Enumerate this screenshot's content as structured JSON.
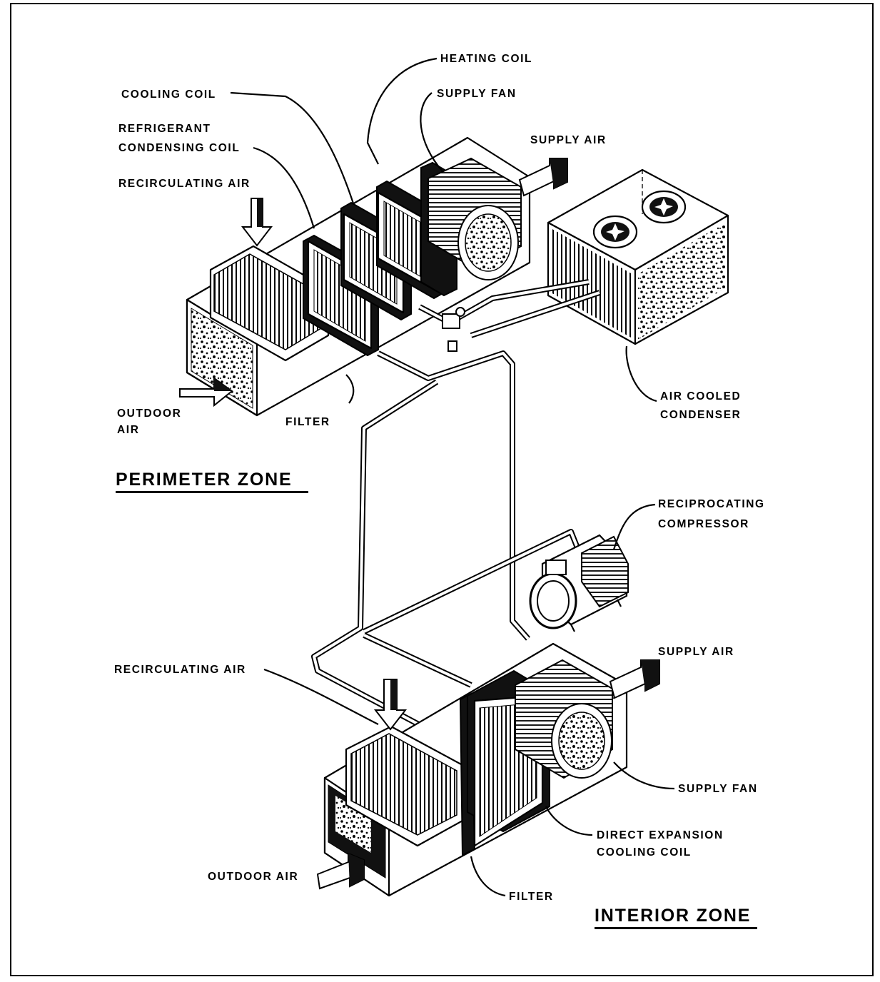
{
  "labels": {
    "perimeter": {
      "heating_coil": "HEATING COIL",
      "cooling_coil": "COOLING COIL",
      "supply_fan": "SUPPLY FAN",
      "refrigerant_line1": "REFRIGERANT",
      "refrigerant_line2": "CONDENSING COIL",
      "supply_air": "SUPPLY AIR",
      "recirculating_air": "RECIRCULATING AIR",
      "outdoor_air_line1": "OUTDOOR",
      "outdoor_air_line2": "AIR",
      "filter": "FILTER",
      "air_cooled_line1": "AIR COOLED",
      "air_cooled_line2": "CONDENSER"
    },
    "compressor_line1": "RECIPROCATING",
    "compressor_line2": "COMPRESSOR",
    "interior": {
      "recirculating_air": "RECIRCULATING AIR",
      "supply_air": "SUPPLY AIR",
      "supply_fan": "SUPPLY FAN",
      "dx_line1": "DIRECT EXPANSION",
      "dx_line2": "COOLING COIL",
      "outdoor_air": "OUTDOOR AIR",
      "filter": "FILTER"
    }
  },
  "zones": {
    "perimeter": "PERIMETER ZONE",
    "interior": "INTERIOR ZONE"
  },
  "colors": {
    "ink": "#000000",
    "paper": "#ffffff"
  }
}
